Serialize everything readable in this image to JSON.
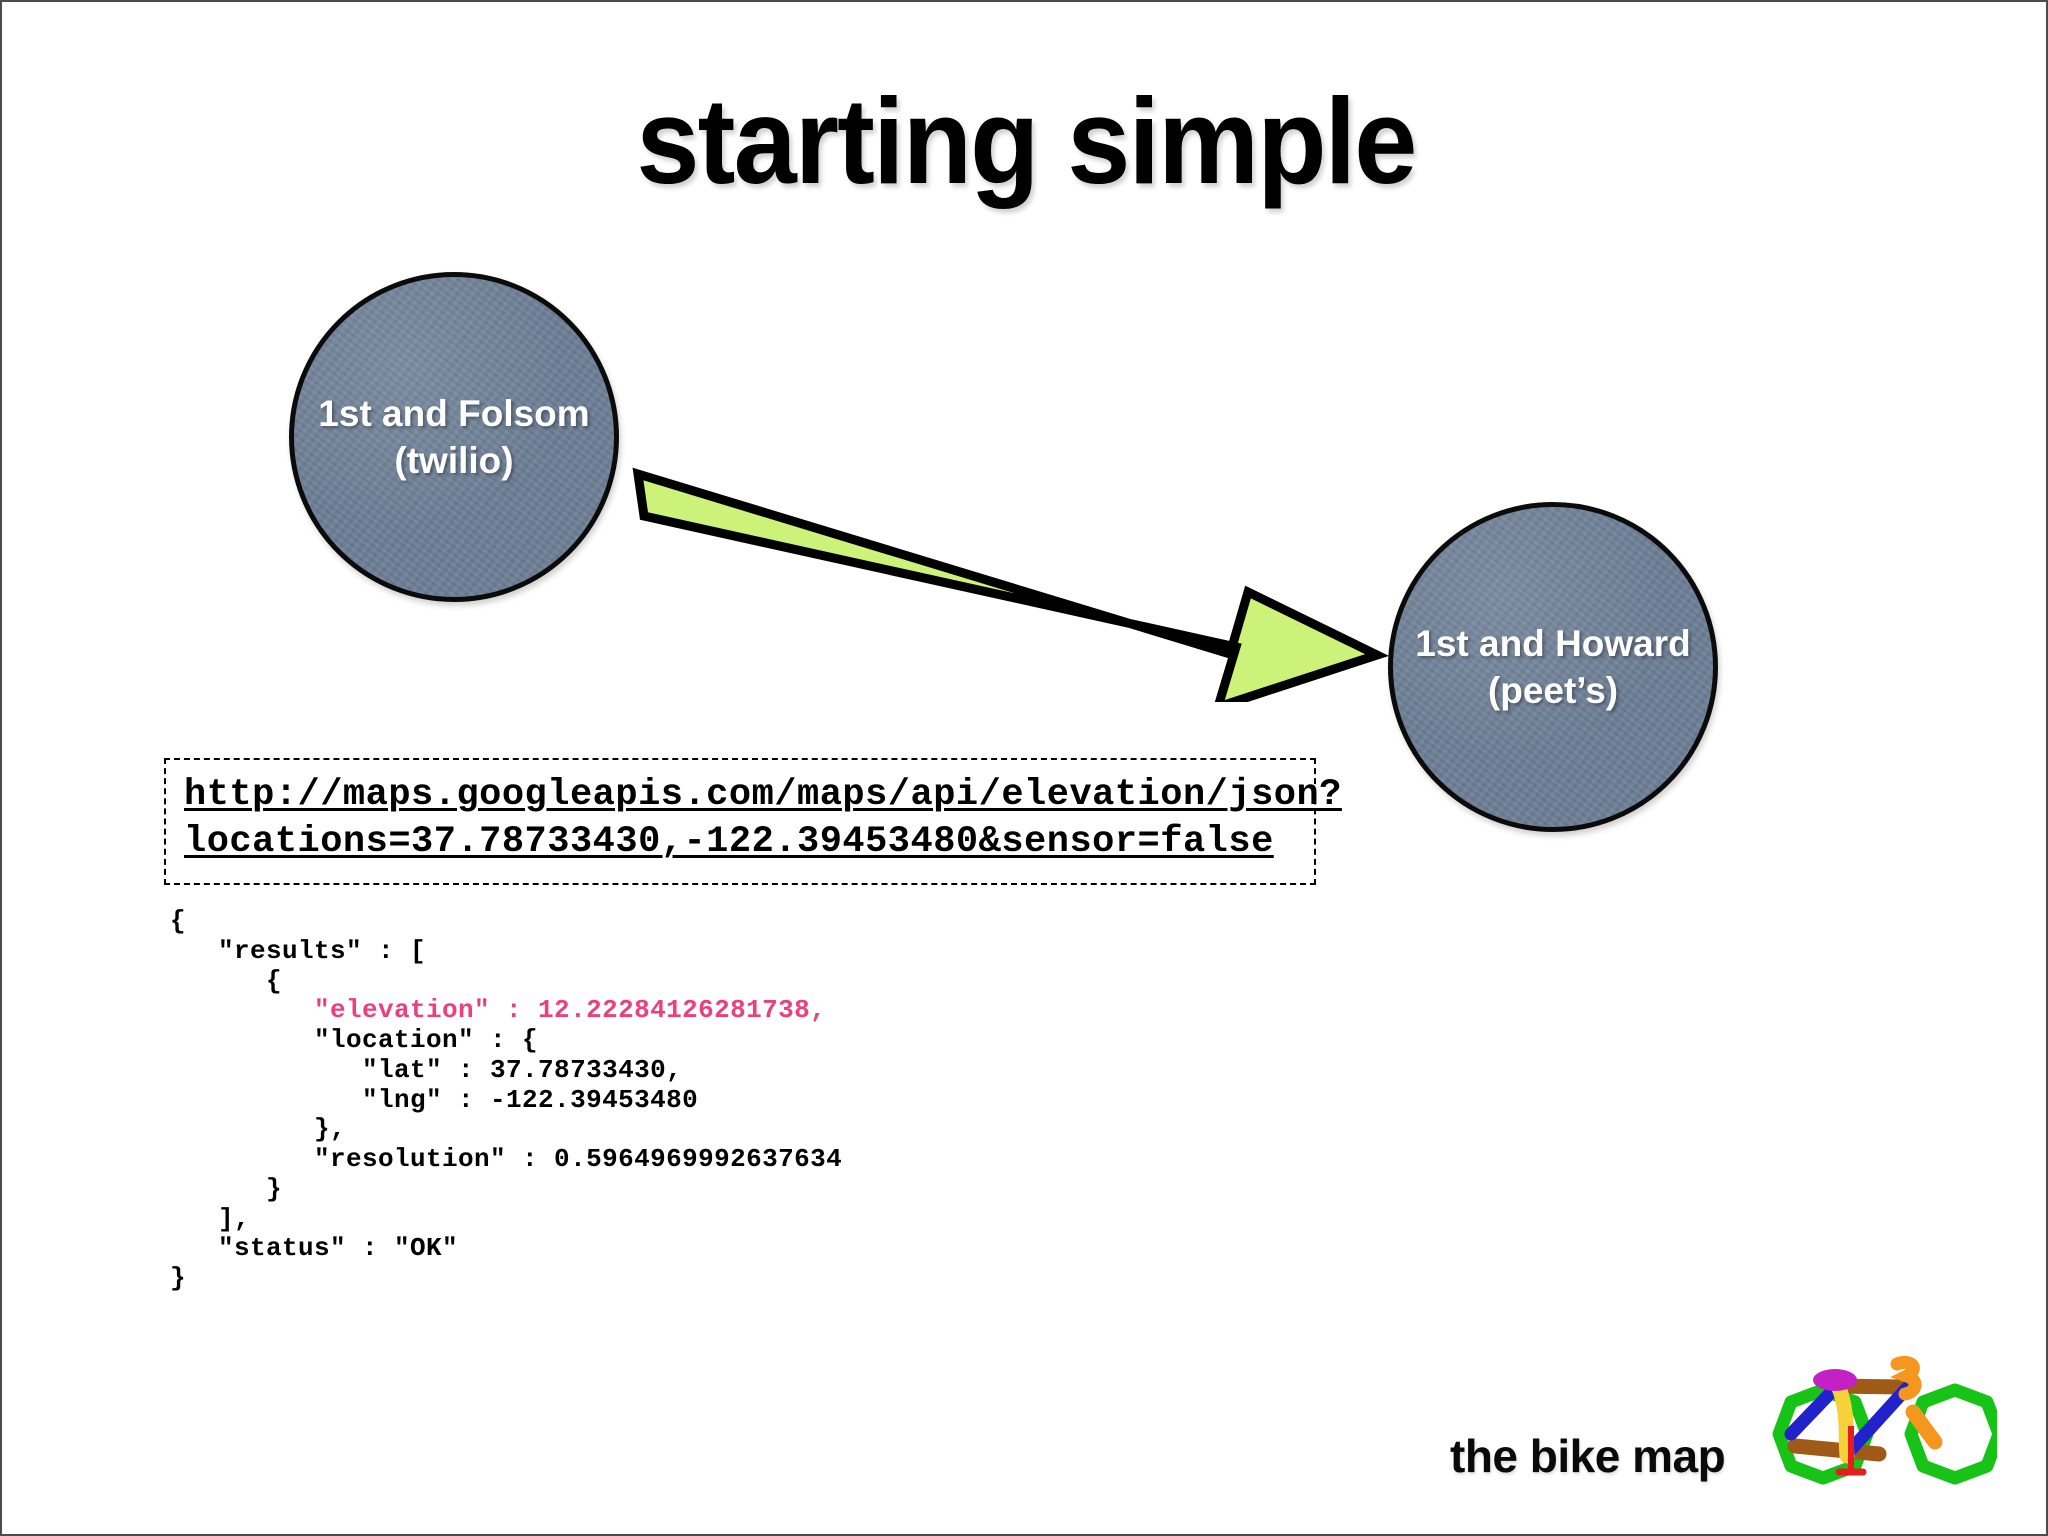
{
  "slide": {
    "title": "starting simple",
    "background_color": "#ffffff",
    "border_color": "#4a4a4f"
  },
  "nodes": [
    {
      "id": "twilio",
      "line1": "1st and Folsom",
      "line2": "(twilio)",
      "fill_color": "#6d7f96",
      "stroke_color": "#0b0b0b",
      "text_color": "#ffffff"
    },
    {
      "id": "peets",
      "line1": "1st and Howard",
      "line2": "(peet’s)",
      "fill_color": "#6d7f96",
      "stroke_color": "#0b0b0b",
      "text_color": "#ffffff"
    }
  ],
  "arrow": {
    "fill_color": "#ccf279",
    "stroke_color": "#000000",
    "direction": "from 1st and Folsom (twilio) to 1st and Howard (peet’s)"
  },
  "url_box": {
    "line1": "http://maps.googleapis.com/maps/api/elevation/json?",
    "line2": "locations=37.78733430,-122.39453480&sensor=false",
    "border_style": "dashed",
    "border_color": "#000000"
  },
  "json_response": {
    "highlight_color": "#ec3f7e",
    "lines": [
      {
        "text": "{",
        "highlight": false
      },
      {
        "text": "   \"results\" : [",
        "highlight": false
      },
      {
        "text": "      {",
        "highlight": false
      },
      {
        "text": "         \"elevation\" : 12.22284126281738,",
        "highlight": true
      },
      {
        "text": "         \"location\" : {",
        "highlight": false
      },
      {
        "text": "            \"lat\" : 37.78733430,",
        "highlight": false
      },
      {
        "text": "            \"lng\" : -122.39453480",
        "highlight": false
      },
      {
        "text": "         },",
        "highlight": false
      },
      {
        "text": "         \"resolution\" : 0.5964969992637634",
        "highlight": false
      },
      {
        "text": "      }",
        "highlight": false
      },
      {
        "text": "   ],",
        "highlight": false
      },
      {
        "text": "   \"status\" : \"OK\"",
        "highlight": false
      },
      {
        "text": "}",
        "highlight": false
      }
    ]
  },
  "footer": {
    "wordmark": "the bike map",
    "bike_colors": {
      "wheels": "#18c318",
      "frame_front": "#2222cc",
      "top_tube": "#a05a18",
      "chainstay": "#a05a18",
      "seat_tube": "#f5d23a",
      "saddle": "#c421c4",
      "handlebar": "#f5961e",
      "crank": "#f5961e",
      "pedal": "#e81c1c"
    }
  }
}
